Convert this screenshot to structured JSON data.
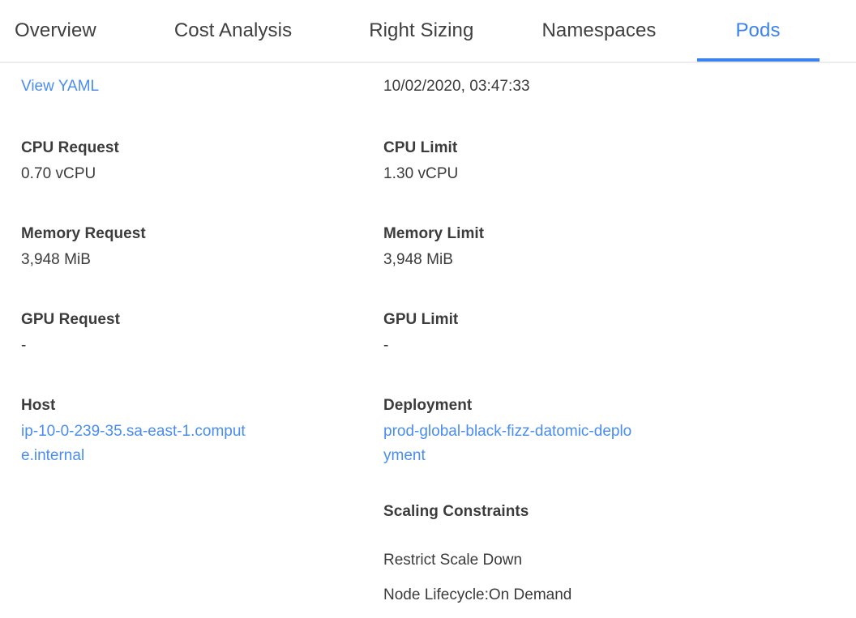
{
  "tabs": [
    {
      "label": "Overview",
      "active": false
    },
    {
      "label": "Cost Analysis",
      "active": false
    },
    {
      "label": "Right Sizing",
      "active": false
    },
    {
      "label": "Namespaces",
      "active": false
    },
    {
      "label": "Pods",
      "active": true
    }
  ],
  "accent_color": "#3b82f0",
  "link_color": "#4a8df0",
  "label_color": "#3c3c3c",
  "value_color": "#3b3b3b",
  "border_color": "#ececec",
  "left_column": {
    "view_yaml_link": "View YAML",
    "cpu_request": {
      "label": "CPU Request",
      "value": "0.70 vCPU"
    },
    "memory_request": {
      "label": "Memory Request",
      "value": "3,948 MiB"
    },
    "gpu_request": {
      "label": "GPU Request",
      "value": "-"
    },
    "host": {
      "label": "Host",
      "value": "ip-10-0-239-35.sa-east-1.compute.internal",
      "line1": "ip-10-0-239-35.sa-east-1.comput",
      "line2": "e.internal"
    }
  },
  "right_column": {
    "timestamp": "10/02/2020, 03:47:33",
    "cpu_limit": {
      "label": "CPU Limit",
      "value": "1.30 vCPU"
    },
    "memory_limit": {
      "label": "Memory Limit",
      "value": "3,948 MiB"
    },
    "gpu_limit": {
      "label": "GPU Limit",
      "value": "-"
    },
    "deployment": {
      "label": "Deployment",
      "value": "prod-global-black-fizz-datomic-deployment",
      "line1": "prod-global-black-fizz-datomic-deplo",
      "line2": "yment"
    },
    "scaling_constraints": {
      "label": "Scaling Constraints",
      "items": [
        "Restrict Scale Down",
        "Node Lifecycle:On Demand"
      ]
    }
  }
}
